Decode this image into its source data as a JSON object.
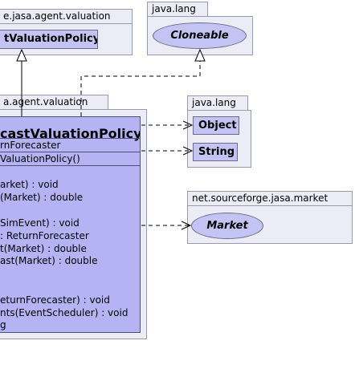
{
  "packages": {
    "valuation_top": {
      "tab": "e.jasa.agent.valuation",
      "class_name": "tValuationPolicy"
    },
    "java_lang_top": {
      "tab": "java.lang",
      "interface": "Cloneable"
    },
    "valuation_main": {
      "tab": "a.agent.valuation"
    },
    "java_lang_mid": {
      "tab": "java.lang",
      "classes": [
        "Object",
        "String"
      ]
    },
    "market_pkg": {
      "tab": "net.sourceforge.jasa.market",
      "interface": "Market"
    }
  },
  "main_class": {
    "title": "castValuationPolicy",
    "fields": [
      "rnForecaster",
      "ValuationPolicy()"
    ],
    "methods": [
      "arket) : void",
      "(Market) : double",
      "",
      "SimEvent) : void",
      ": ReturnForecaster",
      "t(Market) : double",
      "ast(Market) : double",
      "",
      "",
      "eturnForecaster) : void",
      "nts(EventScheduler) : void",
      "g"
    ]
  },
  "colors": {
    "package_fill": "#ececf6",
    "class_fill": "#c4c4f4",
    "main_class_fill": "#b4b4f4",
    "outline": "#50507a"
  }
}
